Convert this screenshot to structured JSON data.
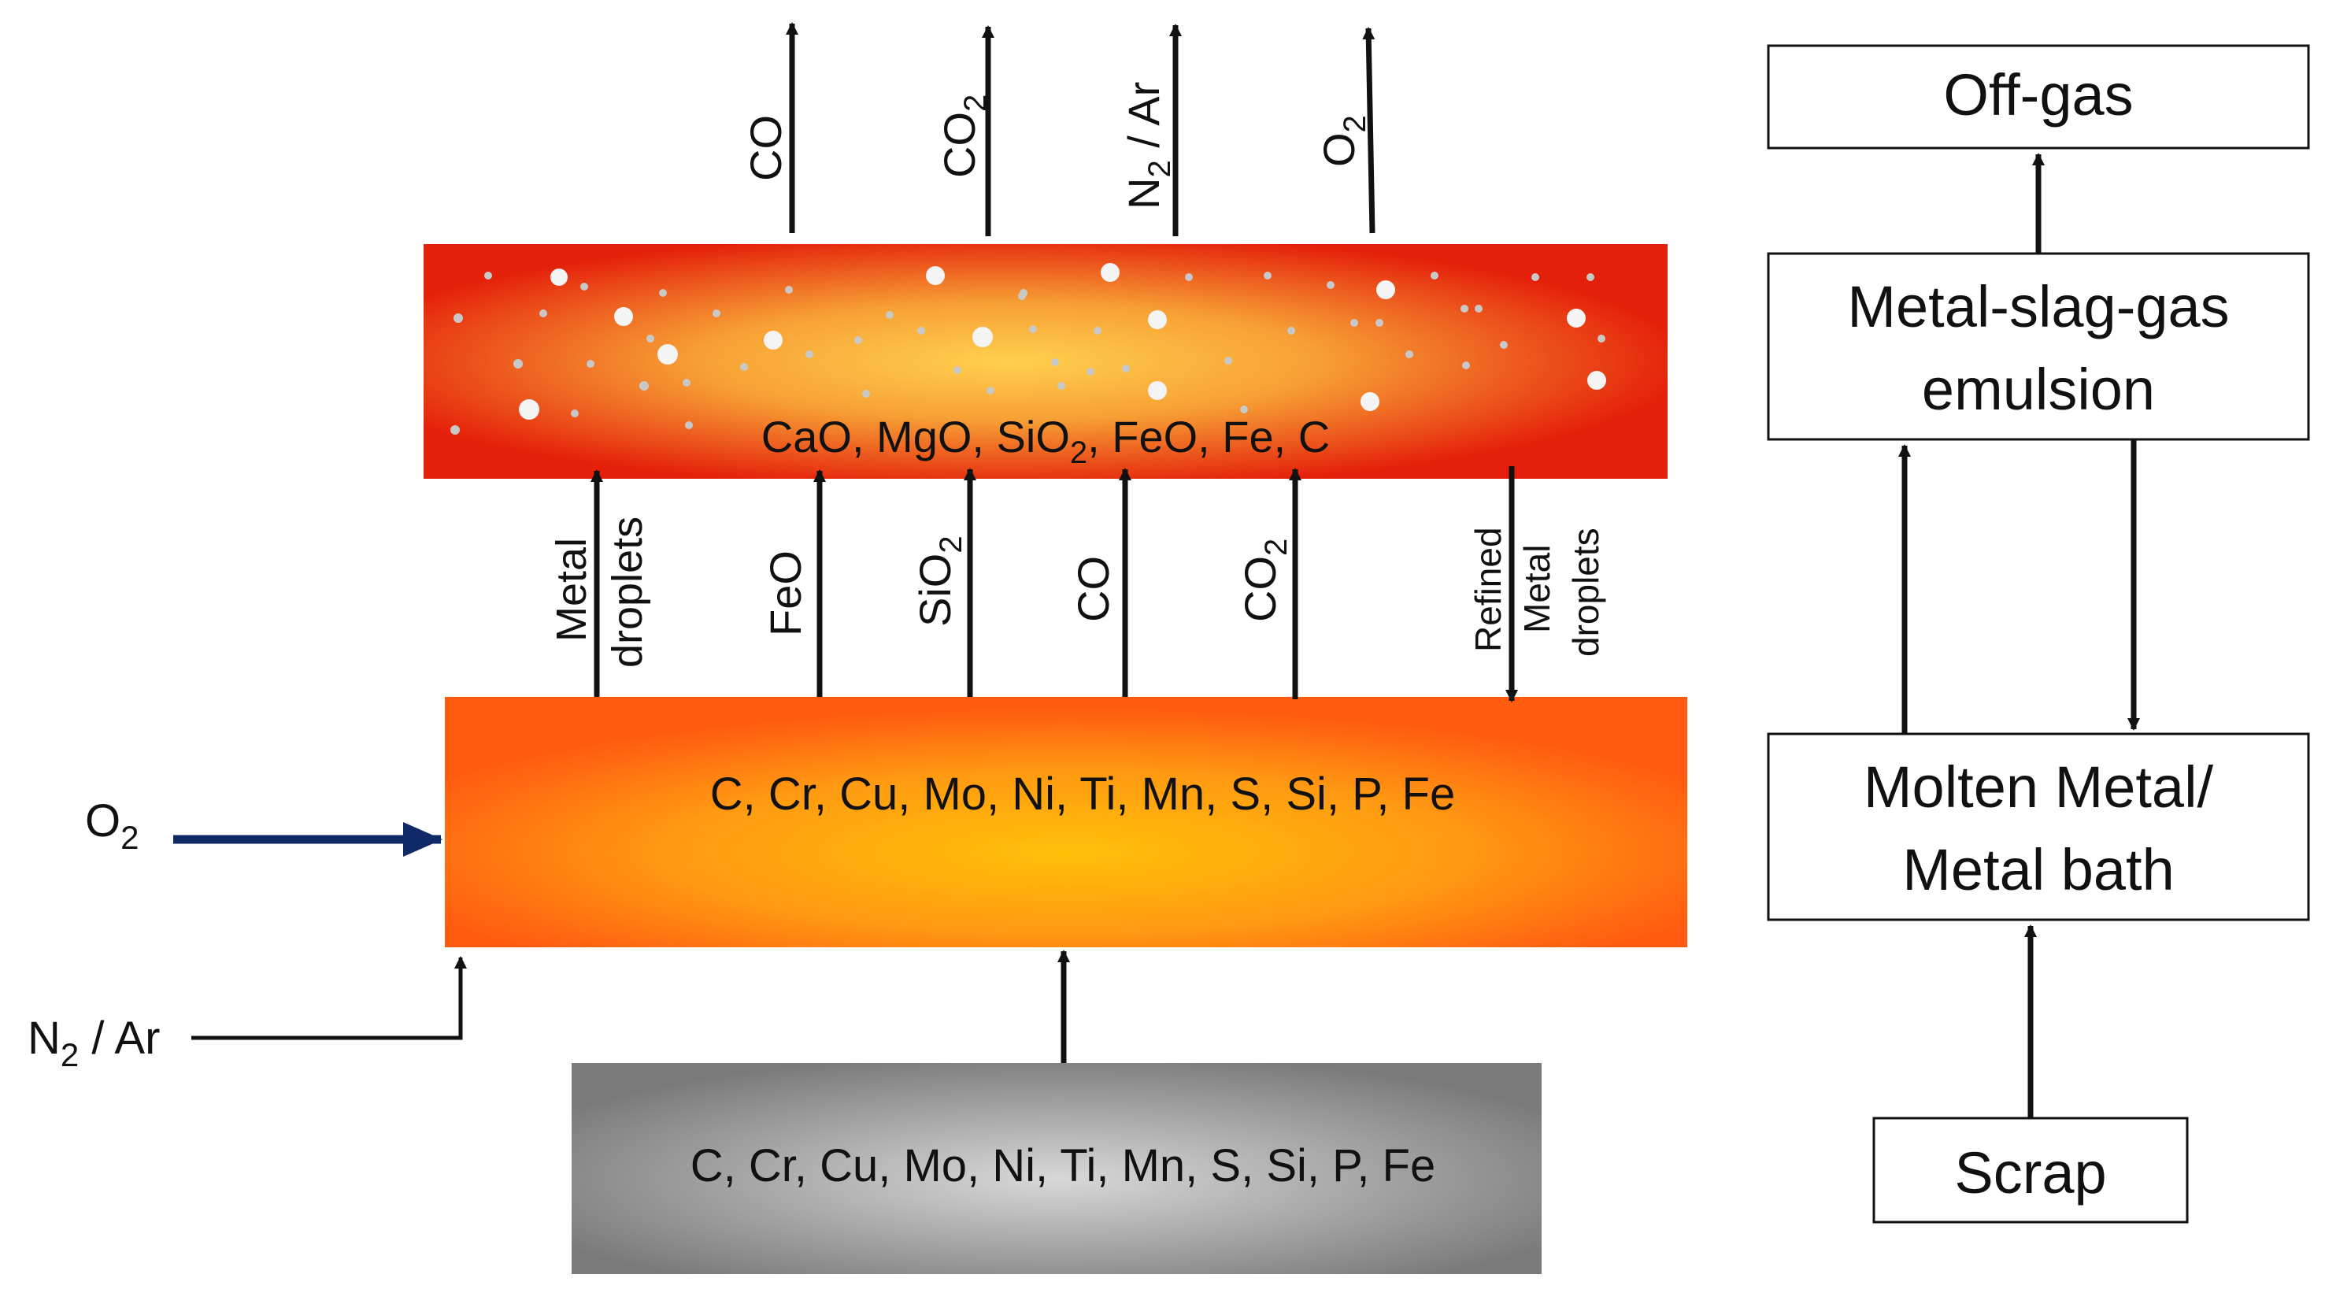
{
  "colors": {
    "arrow": "#111111",
    "oxygen_arrow": "#0f2a66",
    "emulsion_edge": "#e41f0a",
    "emulsion_center": "#ffd04d",
    "bath_edge": "#ff5a10",
    "bath_center": "#ffc008",
    "scrap_edge": "#7a7a7a",
    "scrap_center": "#d2d2d2"
  },
  "layers": {
    "emulsion": {
      "label_parts": [
        "CaO, MgO, SiO",
        "2",
        ", FeO, Fe, C"
      ]
    },
    "bath": {
      "label": "C, Cr, Cu, Mo, Ni, Ti, Mn, S, Si, P, Fe"
    },
    "scrap": {
      "label": "C, Cr, Cu, Mo, Ni, Ti, Mn, S, Si, P, Fe"
    }
  },
  "offgas_streams": [
    {
      "base": "CO",
      "sub": "",
      "rest": ""
    },
    {
      "base": "CO",
      "sub": "2",
      "rest": ""
    },
    {
      "base": "N",
      "sub": "2",
      "rest": " / Ar"
    },
    {
      "base": "O",
      "sub": "2",
      "rest": ""
    }
  ],
  "transfer_streams": [
    {
      "lines": [
        "Metal",
        "droplets"
      ],
      "sub": "",
      "direction": "up"
    },
    {
      "lines": [
        "FeO"
      ],
      "sub": "",
      "direction": "up"
    },
    {
      "lines": [
        "SiO"
      ],
      "sub": "2",
      "direction": "up"
    },
    {
      "lines": [
        "CO"
      ],
      "sub": "",
      "direction": "up"
    },
    {
      "lines": [
        "CO"
      ],
      "sub": "2",
      "direction": "up"
    },
    {
      "lines": [
        "Refined",
        "Metal",
        "droplets"
      ],
      "sub": "",
      "direction": "down"
    }
  ],
  "inputs": {
    "oxygen": {
      "base": "O",
      "sub": "2"
    },
    "stirring_gas": {
      "base": "N",
      "sub": "2",
      "rest": " / Ar"
    }
  },
  "flowchart": {
    "offgas": "Off-gas",
    "emulsion_lines": [
      "Metal-slag-gas",
      "emulsion"
    ],
    "bath_lines": [
      "Molten Metal/",
      "Metal bath"
    ],
    "scrap": "Scrap"
  }
}
